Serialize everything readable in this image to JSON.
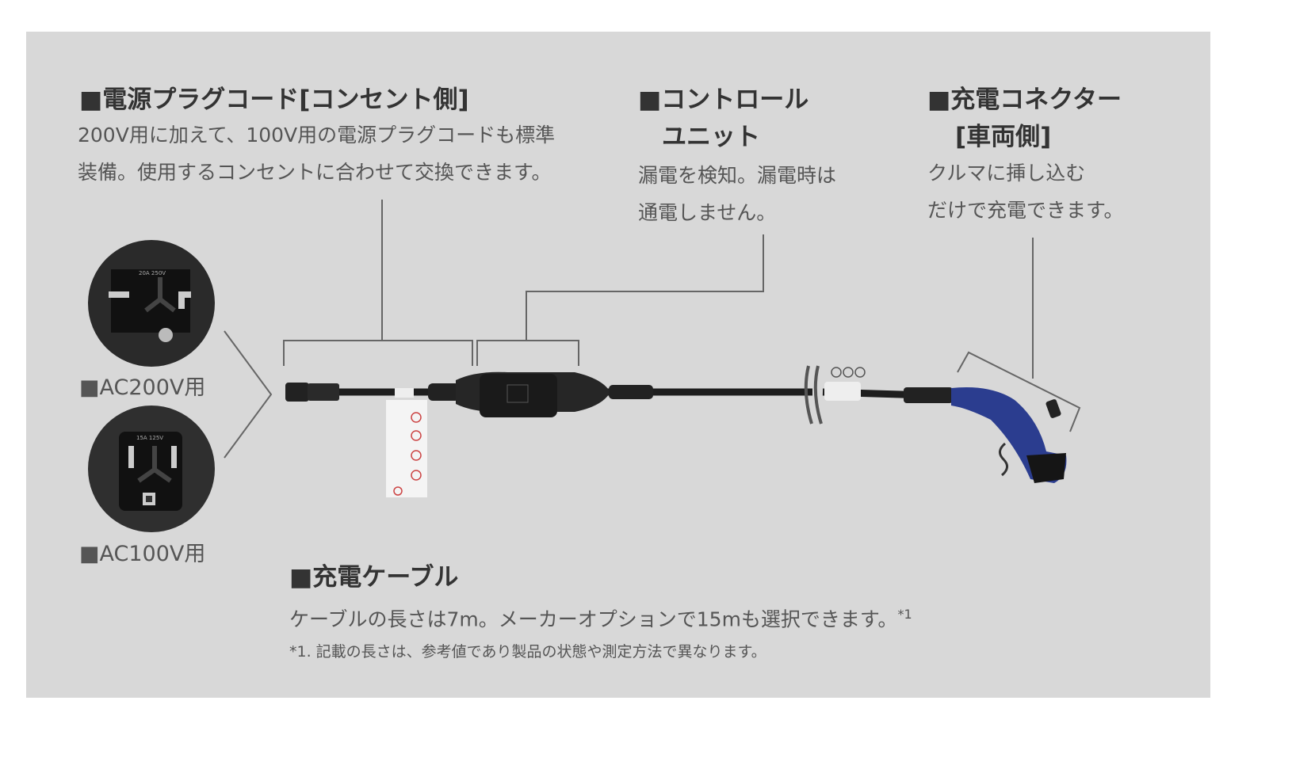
{
  "plug_cord": {
    "title": "■電源プラグコード[コンセント側]",
    "lines": [
      "200V用に加えて、100V用の電源プラグコードも標準",
      "装備。使用するコンセントに合わせて交換できます。"
    ]
  },
  "control_unit": {
    "title_lines": [
      "■コントロール",
      "ユニット"
    ],
    "lines": [
      "漏電を検知。漏電時は",
      "通電しません。"
    ]
  },
  "connector": {
    "title_lines": [
      "■充電コネクター",
      "[車両側]"
    ],
    "lines": [
      "クルマに挿し込む",
      "だけで充電できます。"
    ]
  },
  "plugs": [
    {
      "label": "■AC200V用",
      "rating": "20A 250V"
    },
    {
      "label": "■AC100V用",
      "rating": "15A 125V"
    }
  ],
  "cable": {
    "title": "■充電ケーブル",
    "text": "ケーブルの長さは7m。メーカーオプションで15mも選択できます。",
    "sup": "*1",
    "note": "*1. 記載の長さは、参考値であり製品の状態や測定方法で異なります。"
  },
  "colors": {
    "panel": "#d8d8d8",
    "text": "#333333",
    "connector": "#2b3d8f"
  }
}
